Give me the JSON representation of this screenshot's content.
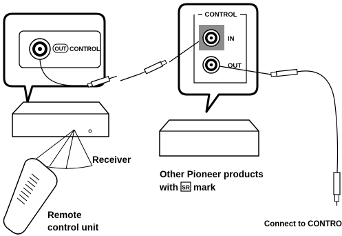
{
  "receiver_callout": {
    "jack_label": "OUT",
    "port_label": "CONTROL"
  },
  "other_callout": {
    "panel_label": "CONTROL",
    "in_label": "IN",
    "out_label": "OUT"
  },
  "labels": {
    "receiver": "Receiver",
    "other_products_line1": "Other Pioneer products",
    "other_products_with": "with",
    "sr_badge": "SR",
    "other_products_mark": "mark",
    "remote_line1": "Remote",
    "remote_line2": "control unit",
    "connect_to": "Connect to CONTRO"
  }
}
